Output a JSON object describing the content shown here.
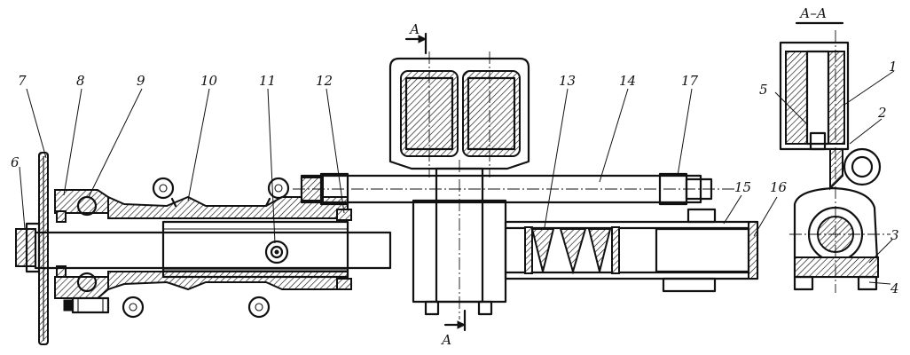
{
  "section_title": "А–А",
  "section_mark_top": "А",
  "section_mark_bottom": "А",
  "labels": {
    "n1": "1",
    "n2": "2",
    "n3": "3",
    "n4": "4",
    "n5": "5",
    "n6": "6",
    "n7": "7",
    "n8": "8",
    "n9": "9",
    "n10": "10",
    "n11": "11",
    "n12": "12",
    "n13": "13",
    "n14": "14",
    "n15": "15",
    "n16": "16",
    "n17": "17"
  }
}
